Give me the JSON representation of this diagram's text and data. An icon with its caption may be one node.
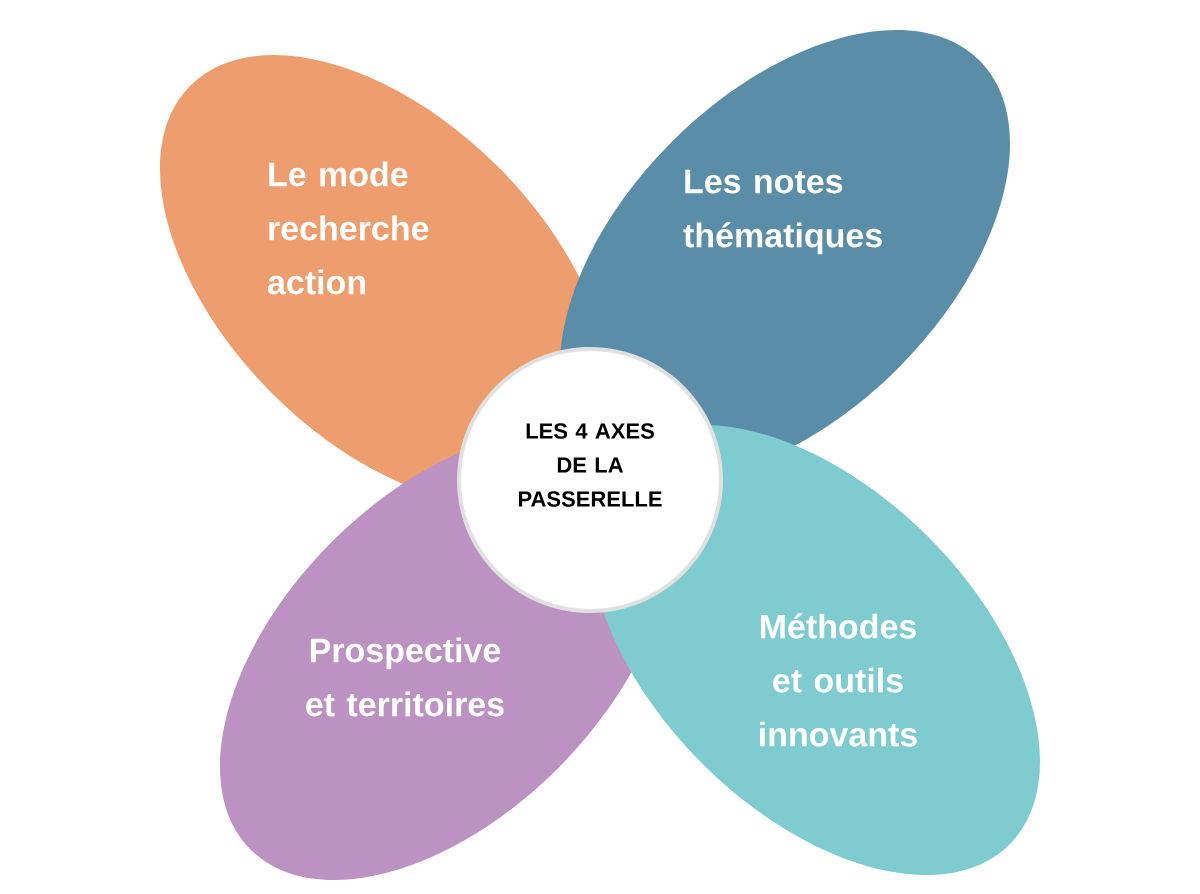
{
  "diagram": {
    "nodes": [
      {
        "text": [
          "Le mode recherche action"
        ]
      },
      {
        "text": [
          "Les notes thématiques"
        ]
      },
      {
        "text": [
          "LES 4 AXES DE LA PASSERELLE"
        ]
      },
      {
        "text": [
          "Prospective et territoires"
        ]
      },
      {
        "text": [
          "Méthodes et outils innovants"
        ]
      }
    ]
  }
}
